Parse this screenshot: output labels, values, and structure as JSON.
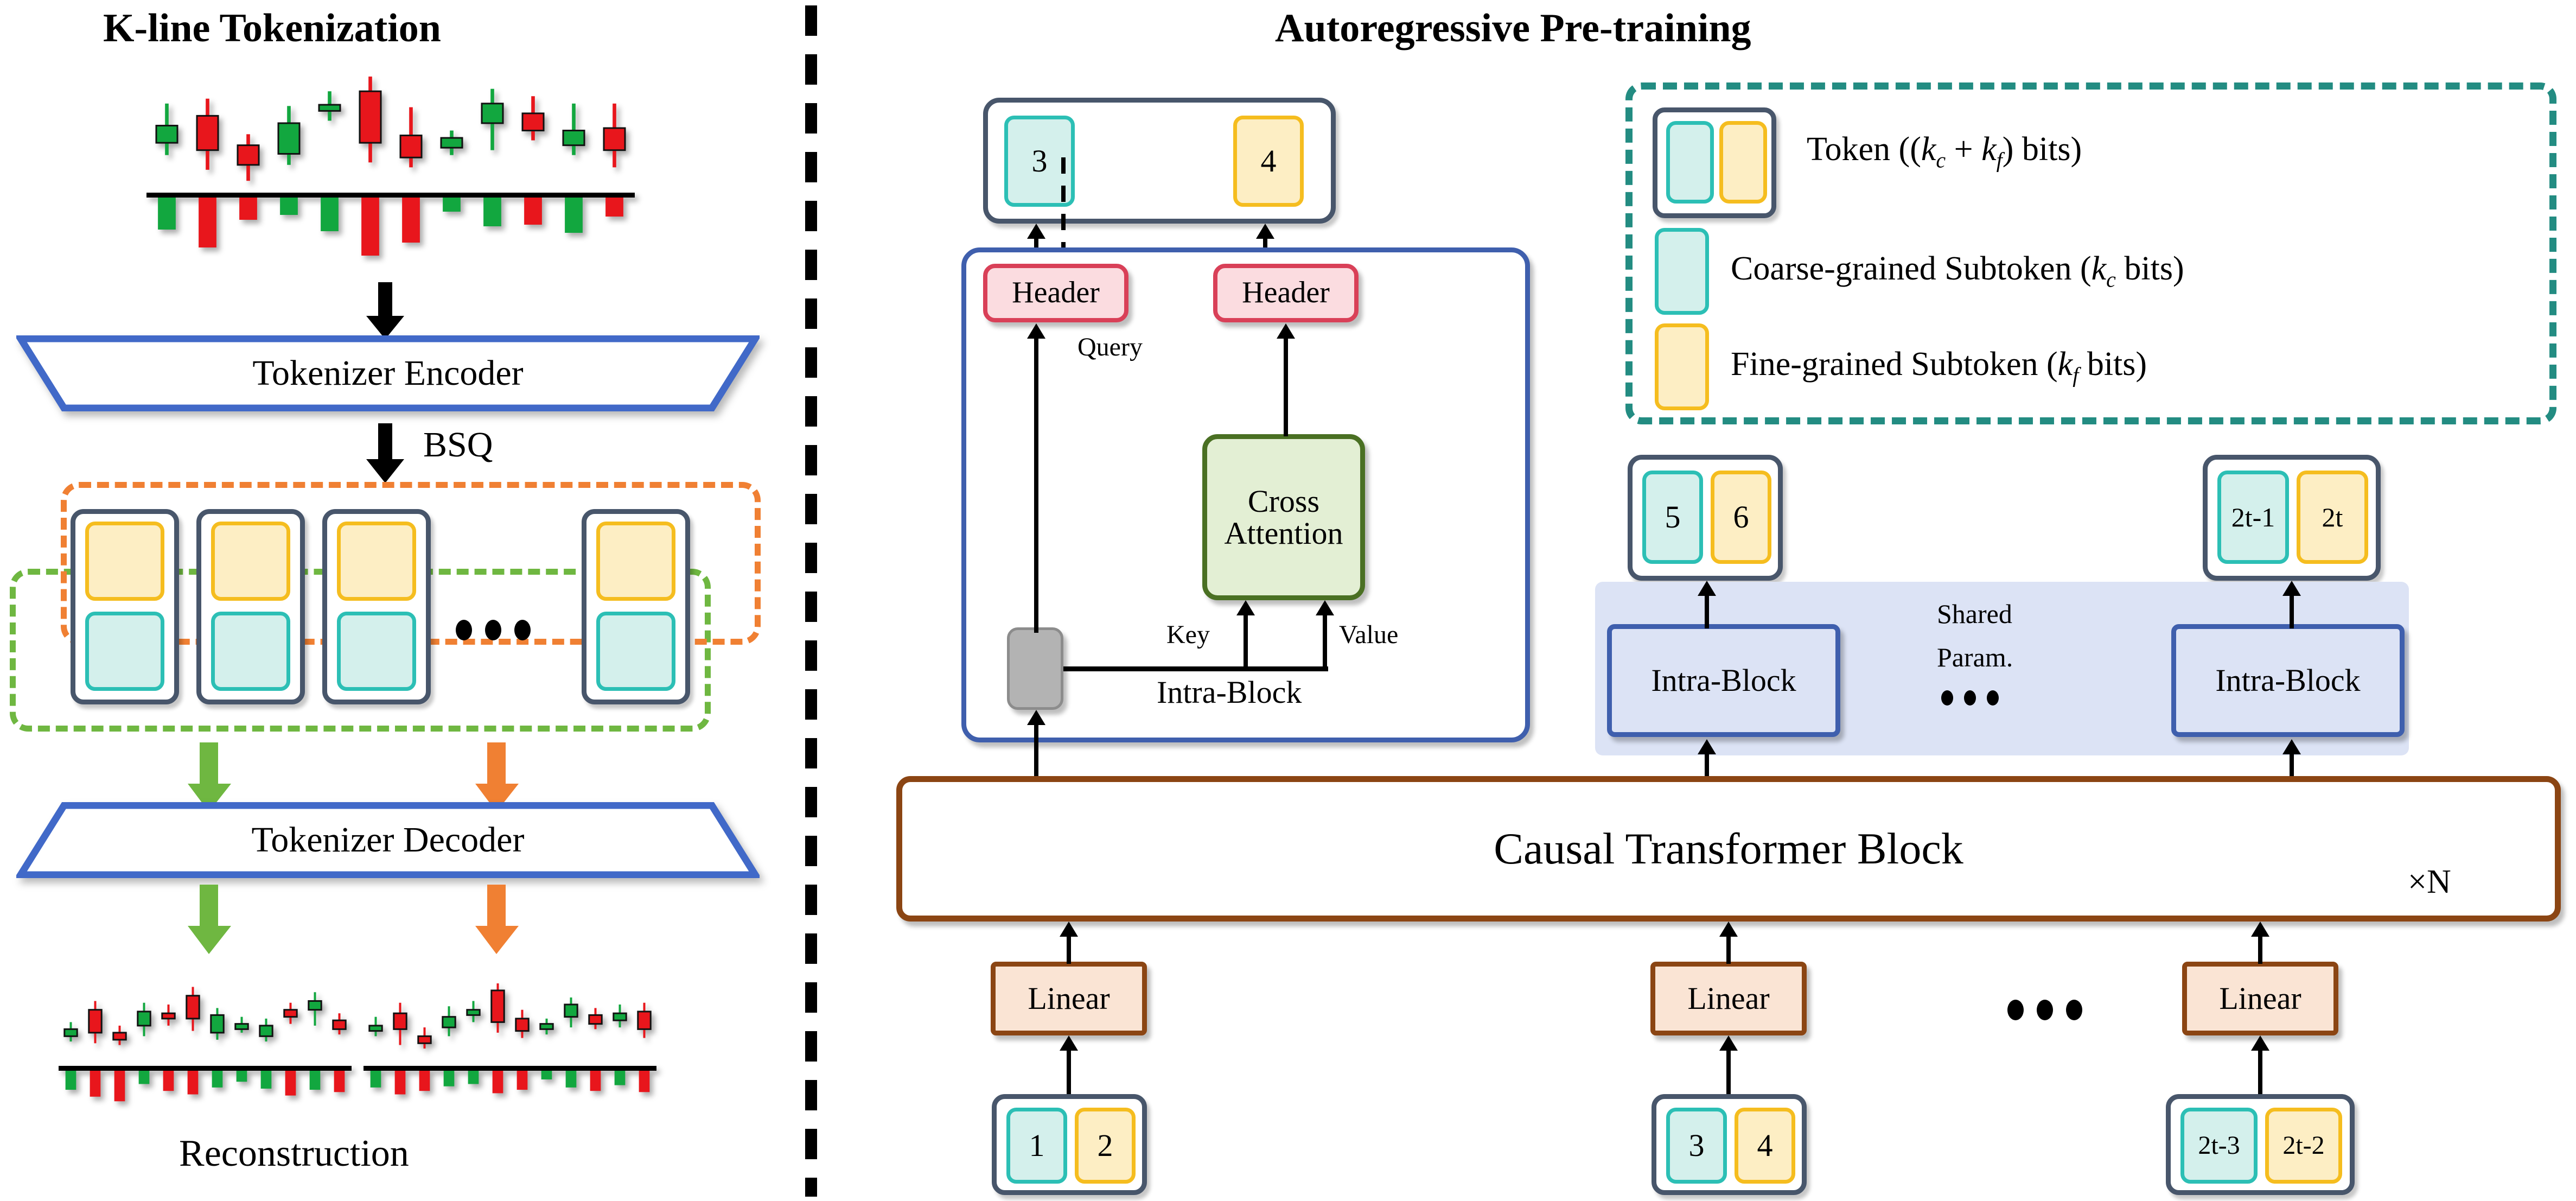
{
  "panels": {
    "left_title": "K-line Tokenization",
    "right_title": "Autoregressive Pre-training"
  },
  "left": {
    "encoder_label": "Tokenizer Encoder",
    "decoder_label": "Tokenizer Decoder",
    "bsq_label": "BSQ",
    "reconstruction_label": "Reconstruction",
    "ellipsis": "• • •"
  },
  "right": {
    "output_token": {
      "coarse": "3",
      "fine": "4"
    },
    "intra_block": {
      "title": "Intra-Block",
      "header_left": "Header",
      "header_right": "Header",
      "cross_attention": "Cross\nAttention",
      "query_label": "Query",
      "key_label": "Key",
      "value_label": "Value"
    },
    "legend": {
      "items": [
        {
          "icon": "token-pair-icon",
          "label": "Token ((k_c + k_f) bits)"
        },
        {
          "icon": "coarse-subtoken-icon",
          "label": "Coarse-grained Subtoken (k_c bits)"
        },
        {
          "icon": "fine-subtoken-icon",
          "label": "Fine-grained Subtoken (k_f bits)"
        }
      ]
    },
    "output_tokens": [
      {
        "coarse": "5",
        "fine": "6"
      },
      {
        "coarse": "2t-1",
        "fine": "2t"
      }
    ],
    "shared": {
      "line1": "Shared",
      "line2": "Param.",
      "block_label": "Intra-Block"
    },
    "causal_block": {
      "label": "Causal Transformer Block",
      "repeat": "×N"
    },
    "linear_label": "Linear",
    "input_tokens": [
      {
        "coarse": "1",
        "fine": "2"
      },
      {
        "coarse": "3",
        "fine": "4"
      },
      {
        "coarse": "2t-3",
        "fine": "2t-2"
      }
    ],
    "ellipsis": "• • •"
  },
  "colors": {
    "coarse_fill": "#D4F0EC",
    "coarse_border": "#2CBFB5",
    "fine_fill": "#FDEEC4",
    "fine_border": "#F5BD1F",
    "token_border": "#48566B",
    "dash_orange": "#F08033",
    "dash_green": "#6FB741",
    "dash_teal": "#238C82",
    "header_fill": "#FBDCE0",
    "header_border": "#D94058",
    "cross_fill": "#E3EFD4",
    "cross_border": "#4A7023",
    "brown": "#8B4513",
    "linear_fill": "#FAE4D4",
    "blue": "#3F5FAD",
    "blue_fill": "#DCE3F5",
    "candle_up": "#12A73F",
    "candle_down": "#E8161C"
  },
  "chart_data": [
    {
      "type": "candlestick",
      "name": "original-kline",
      "title": "",
      "candles": [
        {
          "o": 48,
          "h": 30,
          "l": 72,
          "c": 62,
          "dir": "up",
          "vol": 40,
          "vdir": "up"
        },
        {
          "o": 40,
          "h": 26,
          "l": 84,
          "c": 68,
          "dir": "down",
          "vol": 62,
          "vdir": "down"
        },
        {
          "o": 64,
          "h": 55,
          "l": 93,
          "c": 80,
          "dir": "down",
          "vol": 28,
          "vdir": "down"
        },
        {
          "o": 46,
          "h": 32,
          "l": 80,
          "c": 71,
          "dir": "up",
          "vol": 22,
          "vdir": "up"
        },
        {
          "o": 31,
          "h": 20,
          "l": 44,
          "c": 36,
          "dir": "up",
          "vol": 42,
          "vdir": "up"
        },
        {
          "o": 20,
          "h": 8,
          "l": 78,
          "c": 62,
          "dir": "down",
          "vol": 72,
          "vdir": "down"
        },
        {
          "o": 56,
          "h": 33,
          "l": 82,
          "c": 74,
          "dir": "down",
          "vol": 56,
          "vdir": "down"
        },
        {
          "o": 58,
          "h": 52,
          "l": 72,
          "c": 66,
          "dir": "up",
          "vol": 18,
          "vdir": "up"
        },
        {
          "o": 46,
          "h": 18,
          "l": 68,
          "c": 30,
          "dir": "up",
          "vol": 36,
          "vdir": "up"
        },
        {
          "o": 38,
          "h": 24,
          "l": 60,
          "c": 52,
          "dir": "down",
          "vol": 34,
          "vdir": "down"
        },
        {
          "o": 52,
          "h": 30,
          "l": 72,
          "c": 64,
          "dir": "up",
          "vol": 44,
          "vdir": "up"
        },
        {
          "o": 50,
          "h": 30,
          "l": 82,
          "c": 68,
          "dir": "down",
          "vol": 24,
          "vdir": "down"
        }
      ]
    },
    {
      "type": "candlestick",
      "name": "reconstruction-left",
      "candles": [
        {
          "o": 62,
          "h": 54,
          "l": 76,
          "c": 70,
          "dir": "up",
          "vol": 34,
          "vdir": "up"
        },
        {
          "o": 40,
          "h": 30,
          "l": 78,
          "c": 66,
          "dir": "down",
          "vol": 46,
          "vdir": "down"
        },
        {
          "o": 66,
          "h": 58,
          "l": 80,
          "c": 74,
          "dir": "down",
          "vol": 54,
          "vdir": "down"
        },
        {
          "o": 42,
          "h": 32,
          "l": 70,
          "c": 58,
          "dir": "up",
          "vol": 24,
          "vdir": "up"
        },
        {
          "o": 44,
          "h": 34,
          "l": 58,
          "c": 50,
          "dir": "down",
          "vol": 36,
          "vdir": "down"
        },
        {
          "o": 24,
          "h": 14,
          "l": 64,
          "c": 50,
          "dir": "down",
          "vol": 42,
          "vdir": "down"
        },
        {
          "o": 46,
          "h": 38,
          "l": 74,
          "c": 66,
          "dir": "up",
          "vol": 30,
          "vdir": "up"
        },
        {
          "o": 56,
          "h": 48,
          "l": 66,
          "c": 62,
          "dir": "up",
          "vol": 20,
          "vdir": "up"
        },
        {
          "o": 58,
          "h": 50,
          "l": 76,
          "c": 70,
          "dir": "up",
          "vol": 32,
          "vdir": "up"
        },
        {
          "o": 40,
          "h": 32,
          "l": 56,
          "c": 48,
          "dir": "down",
          "vol": 44,
          "vdir": "down"
        },
        {
          "o": 30,
          "h": 20,
          "l": 58,
          "c": 40,
          "dir": "up",
          "vol": 34,
          "vdir": "up"
        },
        {
          "o": 52,
          "h": 44,
          "l": 68,
          "c": 62,
          "dir": "down",
          "vol": 38,
          "vdir": "down"
        }
      ]
    },
    {
      "type": "candlestick",
      "name": "reconstruction-right",
      "candles": [
        {
          "o": 58,
          "h": 48,
          "l": 70,
          "c": 64,
          "dir": "up",
          "vol": 30,
          "vdir": "up"
        },
        {
          "o": 44,
          "h": 32,
          "l": 80,
          "c": 62,
          "dir": "down",
          "vol": 42,
          "vdir": "down"
        },
        {
          "o": 70,
          "h": 60,
          "l": 84,
          "c": 78,
          "dir": "down",
          "vol": 36,
          "vdir": "down"
        },
        {
          "o": 48,
          "h": 36,
          "l": 70,
          "c": 60,
          "dir": "up",
          "vol": 28,
          "vdir": "up"
        },
        {
          "o": 40,
          "h": 30,
          "l": 54,
          "c": 46,
          "dir": "up",
          "vol": 24,
          "vdir": "up"
        },
        {
          "o": 18,
          "h": 10,
          "l": 66,
          "c": 54,
          "dir": "down",
          "vol": 40,
          "vdir": "down"
        },
        {
          "o": 50,
          "h": 40,
          "l": 72,
          "c": 64,
          "dir": "down",
          "vol": 34,
          "vdir": "down"
        },
        {
          "o": 56,
          "h": 50,
          "l": 68,
          "c": 62,
          "dir": "up",
          "vol": 16,
          "vdir": "up"
        },
        {
          "o": 34,
          "h": 26,
          "l": 60,
          "c": 48,
          "dir": "up",
          "vol": 30,
          "vdir": "up"
        },
        {
          "o": 46,
          "h": 38,
          "l": 62,
          "c": 56,
          "dir": "down",
          "vol": 36,
          "vdir": "down"
        },
        {
          "o": 44,
          "h": 34,
          "l": 60,
          "c": 52,
          "dir": "up",
          "vol": 26,
          "vdir": "up"
        },
        {
          "o": 42,
          "h": 32,
          "l": 72,
          "c": 62,
          "dir": "down",
          "vol": 38,
          "vdir": "down"
        }
      ]
    }
  ]
}
